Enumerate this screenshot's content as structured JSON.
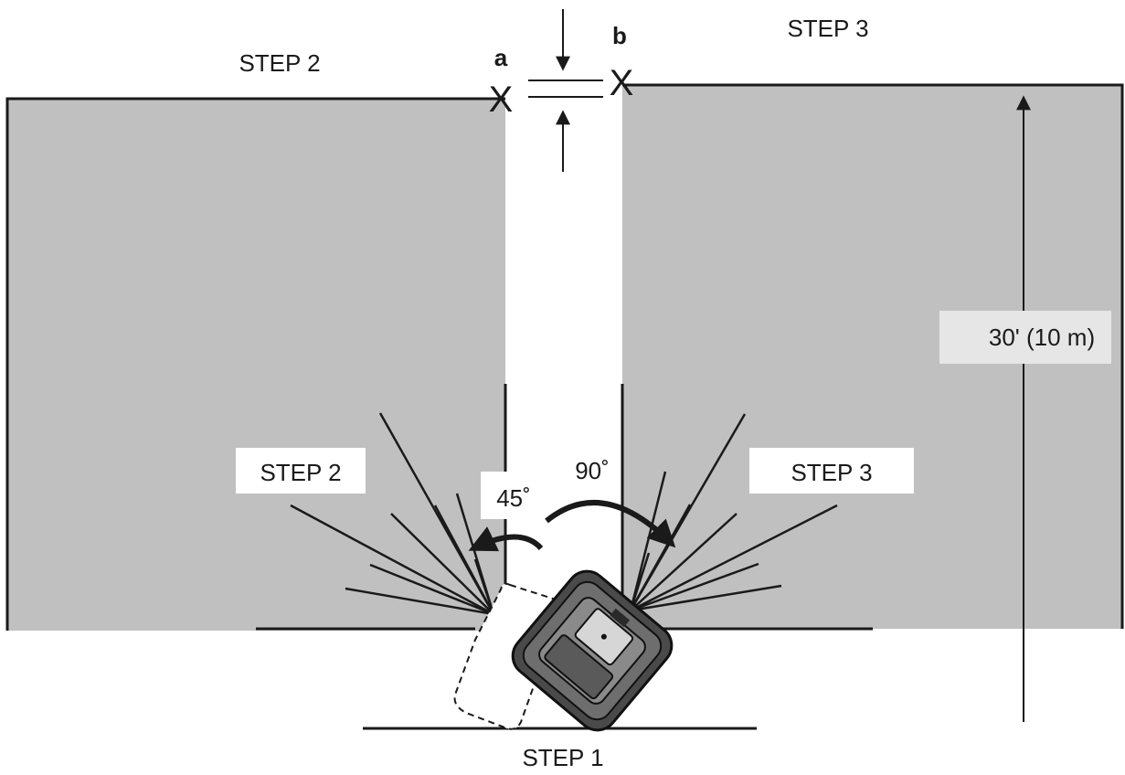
{
  "labels": {
    "step2_top": "STEP 2",
    "step3_top": "STEP 3",
    "point_a": "a",
    "point_b": "b",
    "mark_x": "X",
    "distance": "30' (10 m)",
    "step2_box": "STEP 2",
    "step3_box": "STEP 3",
    "angle_45": "45˚",
    "angle_90": "90˚",
    "step1": "STEP 1"
  },
  "colors": {
    "wall_fill": "#c0c0c0",
    "line": "#1a1a1a",
    "label_box": "#ffffff",
    "distance_box": "#e6e6e6"
  }
}
